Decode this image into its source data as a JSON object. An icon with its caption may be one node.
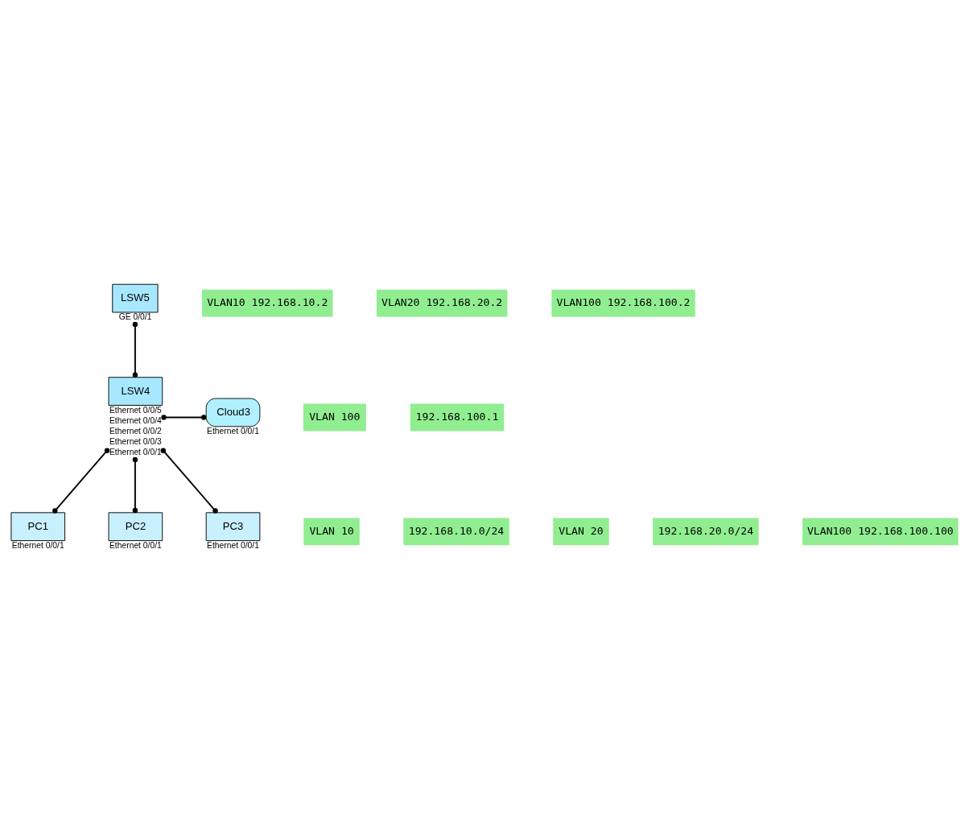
{
  "diagram": {
    "nodes": [
      {
        "text": [
          "LSW5"
        ],
        "beside": [
          "GE 0/0/1"
        ]
      },
      {
        "text": [
          "LSW4"
        ],
        "beside": [
          "Ethernet 0/0/5",
          "Ethernet 0/0/4",
          "Ethernet 0/0/2",
          "Ethernet 0/0/3",
          "Ethernet 0/0/1"
        ]
      },
      {
        "text": [
          "Cloud3"
        ],
        "beside": [
          "Ethernet 0/0/1"
        ]
      },
      {
        "text": [
          "PC1"
        ],
        "beside": [
          "Ethernet 0/0/1"
        ]
      },
      {
        "text": [
          "PC2"
        ],
        "beside": [
          "Ethernet 0/0/1"
        ]
      },
      {
        "text": [
          "PC3"
        ],
        "beside": [
          "Ethernet 0/0/1"
        ]
      }
    ],
    "edges": [
      {
        "from": 0,
        "to": 1,
        "arrow": "other"
      },
      {
        "from": 1,
        "to": 2,
        "arrow": "other"
      },
      {
        "from": 1,
        "to": 3,
        "arrow": "other"
      },
      {
        "from": 1,
        "to": 4,
        "arrow": "other"
      },
      {
        "from": 1,
        "to": 5,
        "arrow": "other"
      }
    ],
    "labels": [
      "VLAN10 192.168.10.2",
      "VLAN20 192.168.20.2",
      "VLAN100 192.168.100.2",
      "VLAN 100",
      "192.168.100.1",
      "VLAN 10",
      "192.168.10.0/24",
      "VLAN 20",
      "192.168.20.0/24",
      "VLAN100 192.168.100.100"
    ]
  }
}
